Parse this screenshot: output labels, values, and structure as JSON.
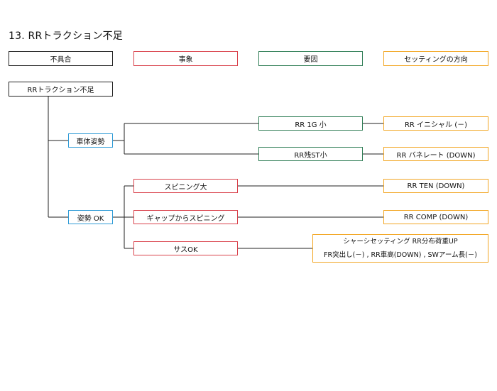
{
  "title": "13. RRトラクション不足",
  "legend": {
    "fault": "不具合",
    "phenomenon": "事象",
    "cause": "要因",
    "direction": "セッティングの方向"
  },
  "root": "RRトラクション不足",
  "groups": {
    "body_posture": "車体姿勢",
    "posture_ok": "姿勢 OK"
  },
  "causes": {
    "rr_1g": "RR 1G 小",
    "rr_residual_st": "RR残ST小"
  },
  "phenomena": {
    "spinning_big": "スピニング大",
    "gap_spin": "ギャップからスピニング",
    "susp_ok": "サスOK"
  },
  "directions": {
    "initial": "RR イニシャル (－)",
    "spring": "RR バネレート (DOWN)",
    "ten": "RR TEN (DOWN)",
    "comp": "RR COMP (DOWN)",
    "chassis_line1": "シャーシセッティング RR分布荷重UP",
    "chassis_line2": "FR突出し(－) , RR車高(DOWN) , SWアーム長(－)"
  },
  "colors": {
    "fault": "#222222",
    "phenomenon": "#d9414b",
    "cause": "#2f7d55",
    "direction": "#f2a623",
    "group": "#2f9bd6"
  }
}
